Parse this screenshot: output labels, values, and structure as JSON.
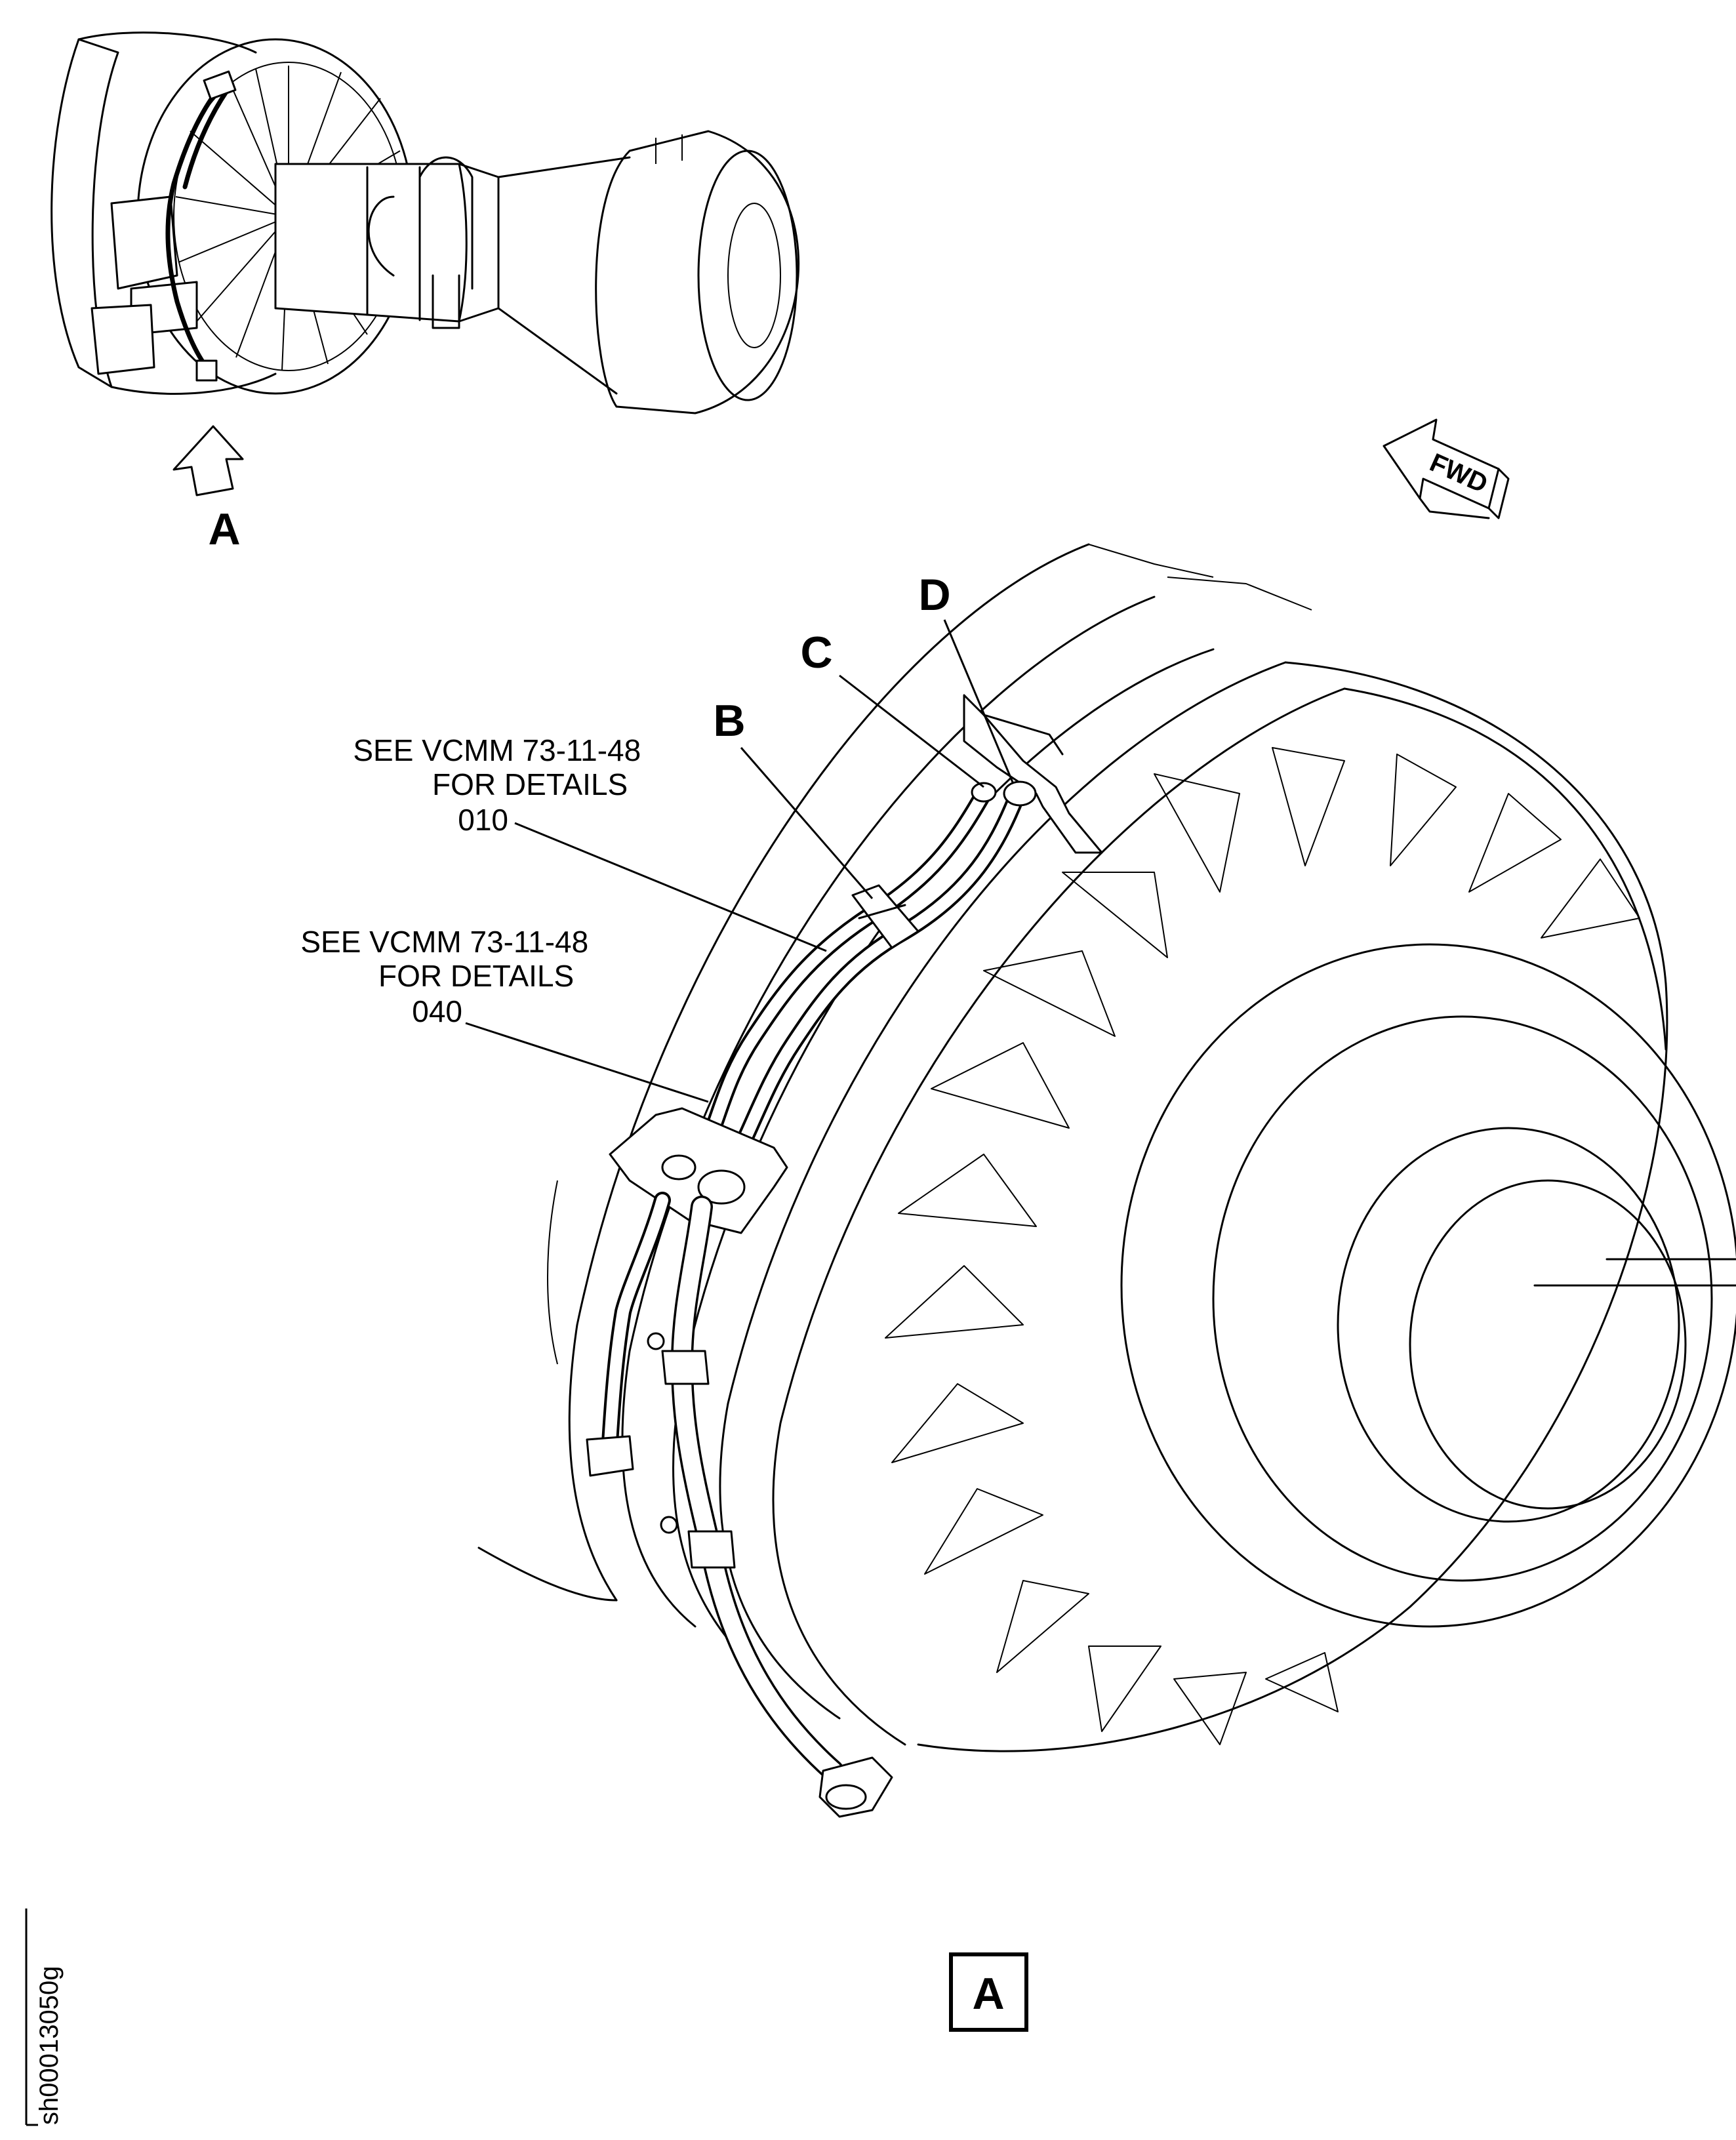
{
  "locator": {
    "view_arrow_label": "A"
  },
  "orientation": {
    "fwd_label": "FWD"
  },
  "callouts": [
    {
      "line1": "SEE VCMM 73-11-48",
      "line2": "FOR DETAILS",
      "item": "010"
    },
    {
      "line1": "SEE VCMM 73-11-48",
      "line2": "FOR DETAILS",
      "item": "040"
    }
  ],
  "detail_letters": {
    "b": "B",
    "c": "C",
    "d": "D"
  },
  "view_label": "A",
  "sheet_id": "sh00013050g"
}
